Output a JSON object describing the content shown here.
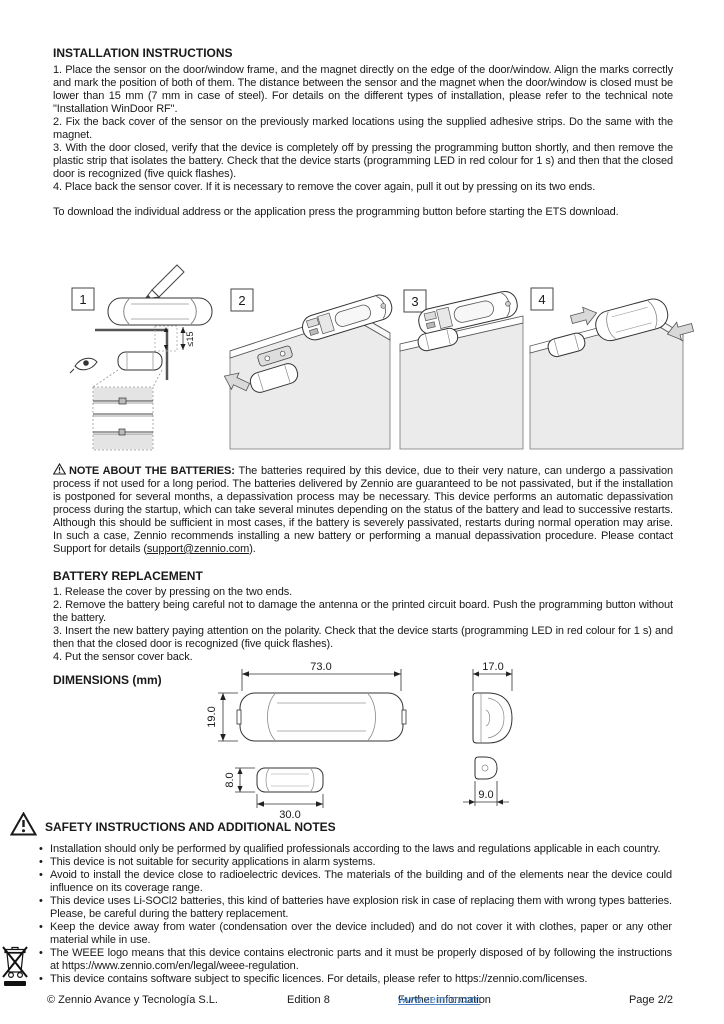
{
  "install": {
    "heading": "INSTALLATION INSTRUCTIONS",
    "steps": [
      "1. Place the sensor on the door/window frame, and the magnet directly on the edge of the door/window. Align the marks correctly and mark the position of both of them. The distance between the sensor and the magnet when the door/window is closed must be lower than 15 mm (7 mm in case of steel). For details on the different types of installation, please refer to the technical note \"Installation WinDoor RF\".",
      "2. Fix the back cover of the sensor on the previously marked locations using the supplied adhesive strips. Do the same with the magnet.",
      "3. With the door closed, verify that the device is completely off by pressing the programming button shortly, and then remove the plastic strip that isolates the battery. Check that the device starts (programming LED in red colour for 1 s) and then that the closed door is recognized (five quick flashes).",
      "4. Place back the sensor cover. If it is necessary to remove the cover again, pull it out by pressing on its two ends."
    ],
    "download_note": "To download the individual address or the application press the programming button before starting the ETS download."
  },
  "figure_install": {
    "step_labels": [
      "1",
      "2",
      "3",
      "4"
    ],
    "distance_label": "≤15"
  },
  "battery_note": {
    "lead": "NOTE ABOUT THE BATTERIES:",
    "body": " The batteries required by this device, due to their very nature, can undergo a passivation process if not used for a long period. The batteries delivered by Zennio are guaranteed to be not passivated, but if the installation is postponed for several months, a depassivation process may be necessary. This device performs an automatic depassivation process during the startup, which can take several minutes depending on the status of the battery and lead to successive restarts. Although this should be sufficient in most cases, if the battery is severely passivated, restarts during normal operation may arise. In such a case, Zennio recommends installing a new battery or performing a manual depassivation procedure. Please contact Support for details (",
    "link": "support@zennio.com",
    "after": ")."
  },
  "battery_replacement": {
    "heading": "BATTERY REPLACEMENT",
    "steps": [
      "1. Release the cover by pressing on the two ends.",
      "2. Remove the battery being careful not to damage the antenna or the printed circuit board. Push the programming button without the battery.",
      "3. Insert the new battery paying attention on the polarity. Check that the device starts (programming LED in red colour for 1 s) and then that the closed door is recognized (five quick flashes).",
      "4. Put the sensor cover back."
    ]
  },
  "dimensions": {
    "heading": "DIMENSIONS (mm)",
    "front_width": "73.0",
    "front_height": "19.0",
    "side_width": "17.0",
    "magnet_height": "8.0",
    "magnet_width": "30.0",
    "magnet_side_width": "9.0"
  },
  "safety": {
    "heading": "SAFETY INSTRUCTIONS AND ADDITIONAL NOTES",
    "bullets": [
      "Installation should only be performed by qualified professionals according to the laws and regulations applicable in each country.",
      "This device is not suitable for security applications in alarm systems.",
      "Avoid to install the device close to radioelectric devices. The materials of the building and of the elements near the device could influence on its coverage range.",
      "This device uses Li-SOCl2 batteries, this kind of batteries have explosion risk in case of replacing them with wrong types batteries. Please, be careful during the battery replacement.",
      "Keep the device away from water (condensation over the device included) and do not cover it with clothes, paper or any other material while in use.",
      "The WEEE logo means that this device contains electronic parts and it must be properly disposed of by following the instructions at https://www.zennio.com/en/legal/weee-regulation.",
      "This device contains software subject to specific licences. For details, please refer to https://zennio.com/licenses."
    ]
  },
  "footer": {
    "copyright": "© Zennio Avance y Tecnología S.L.",
    "edition": "Edition 8",
    "further_label": "Further information ",
    "further_link": "www.zennio.com",
    "page": "Page 2/2"
  },
  "colors": {
    "link_blue": "#4a86c8",
    "wall_gray": "#ebebeb"
  }
}
